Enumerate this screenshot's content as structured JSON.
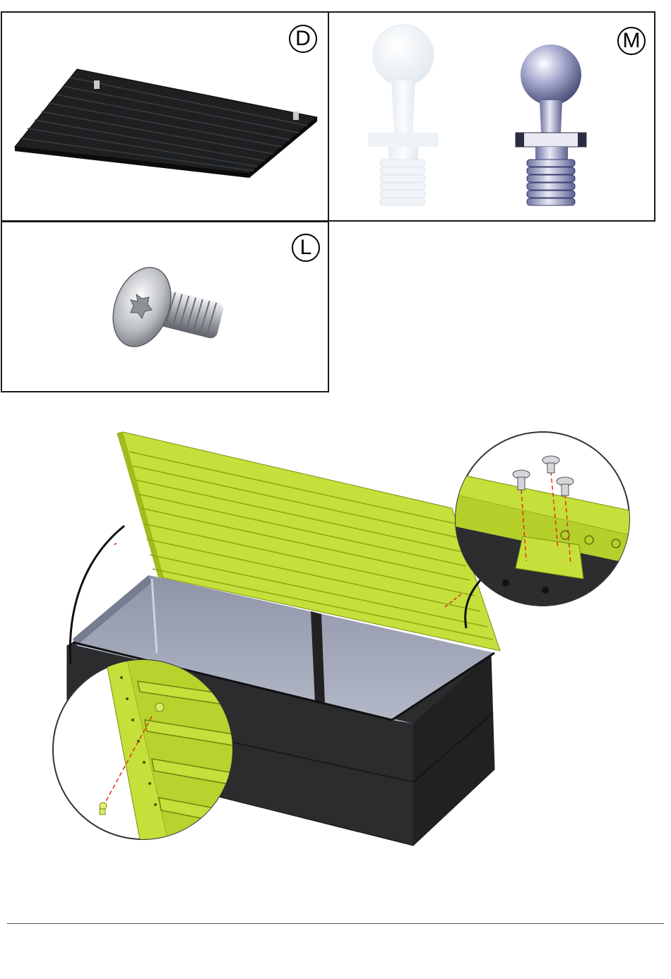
{
  "parts": {
    "lid_panel": {
      "label": "D"
    },
    "gas_spring_ball_stud": {
      "label": "M"
    },
    "screw": {
      "label": "L"
    }
  },
  "colors": {
    "lid_green": "#c5e03a",
    "box_dark": "#2b2d2f",
    "interior": "#9aa0b2",
    "guide_red": "#e0301e"
  }
}
